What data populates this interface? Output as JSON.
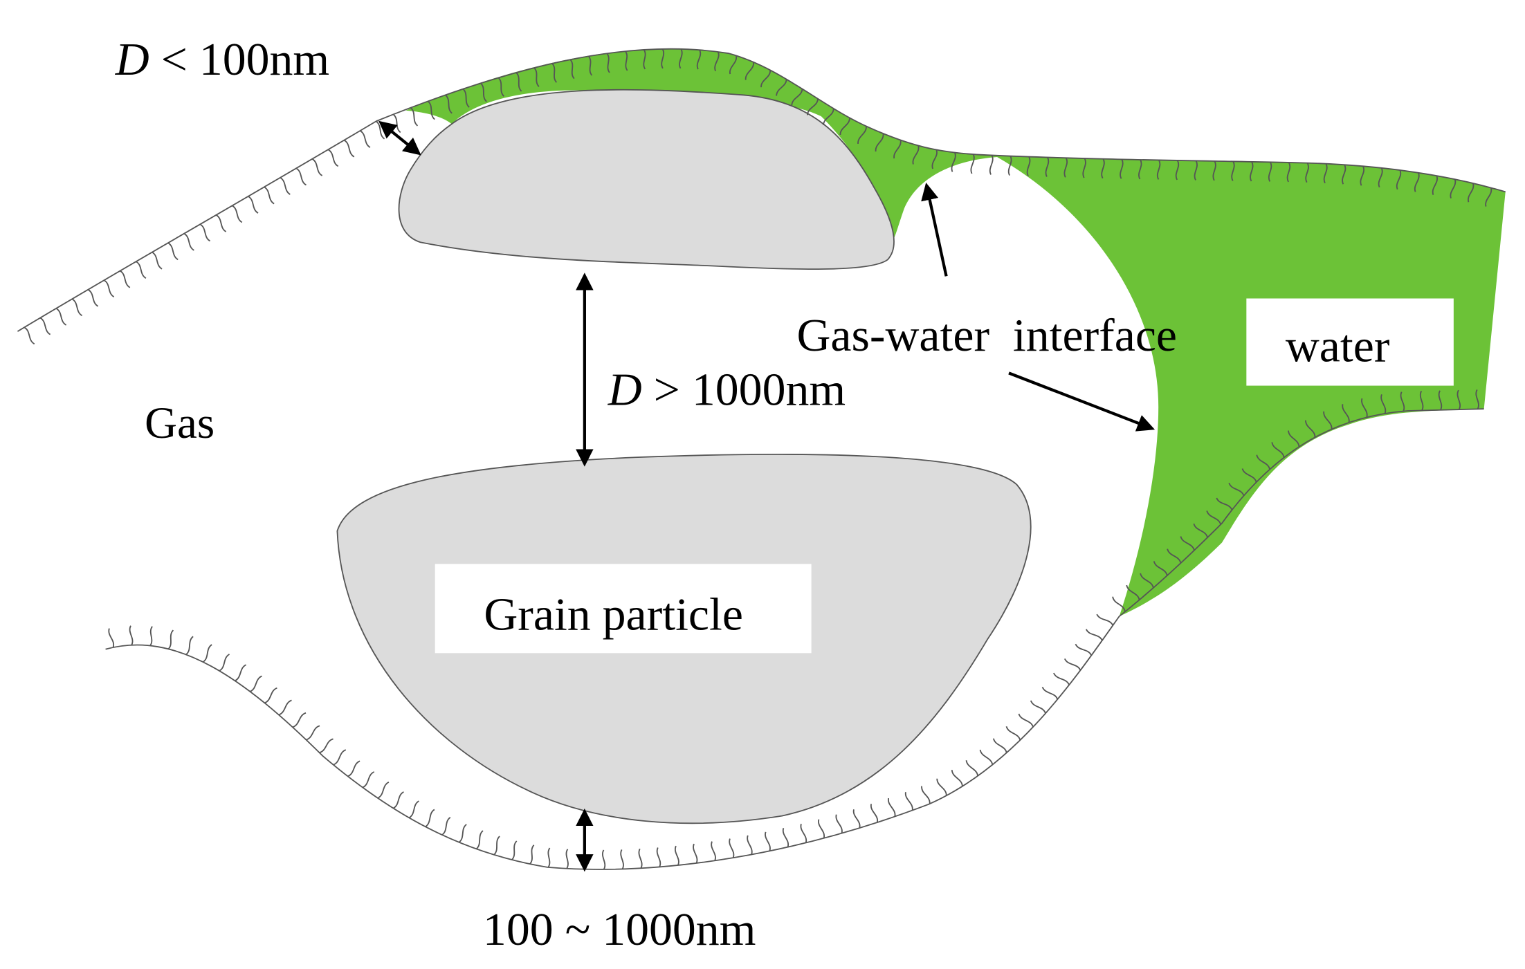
{
  "labels": {
    "d_small_var": "D",
    "d_small_rest": " < 100nm",
    "d_large_var": "D",
    "d_large_rest": " > 1000nm",
    "d_mid": "100 ~ 1000nm",
    "gas": "Gas",
    "interface": "Gas-water  interface",
    "water": "water",
    "grain": "Grain particle"
  },
  "colors": {
    "water": "#6cc237",
    "grain": "#dcdcdc",
    "outline": "#555555",
    "arrow": "#000000"
  }
}
